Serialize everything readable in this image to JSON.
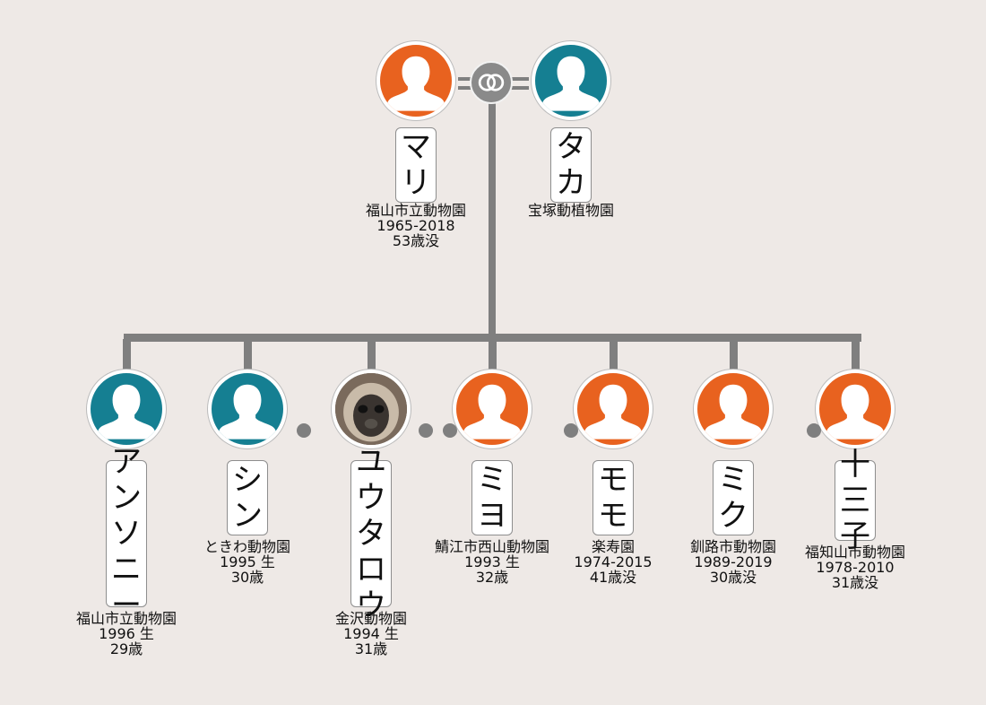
{
  "parents": [
    {
      "id": "mari",
      "name": "マリ",
      "gender": "female",
      "lines": [
        "福山市立動物園",
        "1965-2018",
        "53歳没"
      ]
    },
    {
      "id": "taka",
      "name": "タカ",
      "gender": "male",
      "lines": [
        "宝塚動植物園"
      ]
    }
  ],
  "children": [
    {
      "id": "anthony",
      "name": "アンソニー",
      "gender": "male",
      "lines": [
        "福山市立動物園",
        "1996 生",
        "29歳"
      ]
    },
    {
      "id": "shin",
      "name": "シン",
      "gender": "male",
      "lines": [
        "ときわ動物園",
        "1995 生",
        "30歳"
      ]
    },
    {
      "id": "yutaro",
      "name": "ユウタロウ",
      "gender": "photo",
      "lines": [
        "金沢動物園",
        "1994 生",
        "31歳"
      ]
    },
    {
      "id": "miyo",
      "name": "ミヨ",
      "gender": "female",
      "lines": [
        "鯖江市西山動物園",
        "1993 生",
        "32歳"
      ]
    },
    {
      "id": "momo",
      "name": "モモ",
      "gender": "female",
      "lines": [
        "楽寿園",
        "1974-2015",
        "41歳没"
      ]
    },
    {
      "id": "miku",
      "name": "ミク",
      "gender": "female",
      "lines": [
        "釧路市動物園",
        "1989-2019",
        "30歳没"
      ]
    },
    {
      "id": "jusanko",
      "name": "十三子",
      "gender": "female",
      "lines": [
        "福知山市動物園",
        "1978-2010",
        "31歳没"
      ]
    }
  ],
  "colors": {
    "female": "#e8621f",
    "male": "#157f92",
    "line": "#7f7f7f",
    "background": "#eee9e6"
  },
  "icons": {
    "marriage": "rings-icon",
    "person": "person-silhouette-icon",
    "photo": "gibbon-photo"
  }
}
